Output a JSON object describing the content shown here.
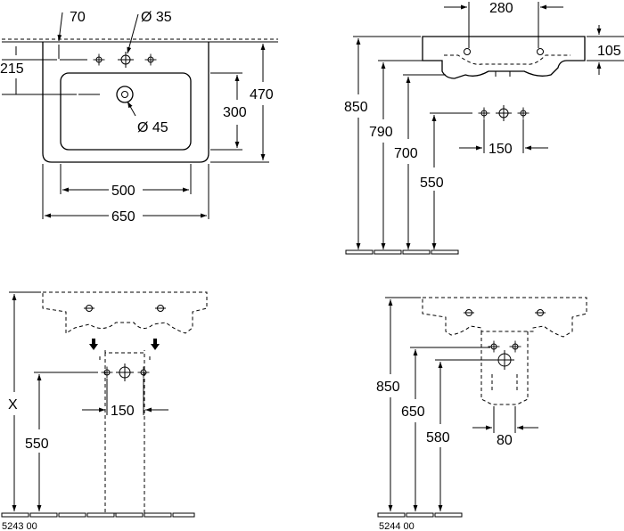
{
  "title": "",
  "views": {
    "top": {
      "dim_tap_offset": "70",
      "dim_tap_hole": "Ø 35",
      "dim_tap_depth": "215",
      "dim_bowl_depth": "300",
      "dim_total_depth": "470",
      "dim_drain": "Ø 45",
      "dim_bowl_width": "500",
      "dim_total_width": "650"
    },
    "side": {
      "dim_fixing_spacing": "280",
      "dim_rim_height": "105",
      "dim_total_height": "850",
      "dim_rim_to_floor": "790",
      "dim_underside": "700",
      "dim_supply": "550",
      "dim_supply_spacing": "150"
    },
    "pedestal": {
      "dim_height_variable": "X",
      "dim_supply": "550",
      "dim_supply_spacing": "150",
      "article_code": "5243 00"
    },
    "semi_pedestal": {
      "dim_total_height": "850",
      "dim_waste": "650",
      "dim_supply": "580",
      "dim_supply_spacing": "80",
      "article_code": "5244 00"
    }
  }
}
